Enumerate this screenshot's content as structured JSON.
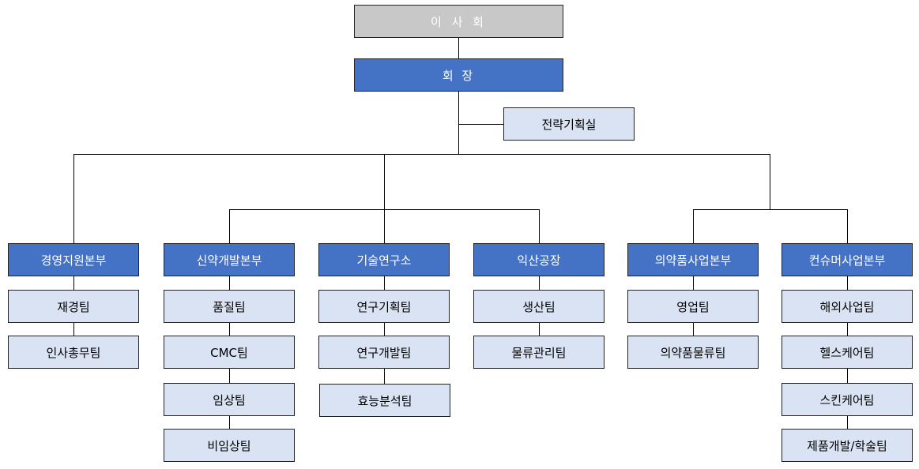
{
  "board": "이 사 회",
  "chairman": "회 장",
  "strategy_office": "전략기획실",
  "divisions": [
    {
      "name": "경영지원본부",
      "teams": [
        "재경팀",
        "인사총무팀"
      ]
    },
    {
      "name": "신약개발본부",
      "teams": [
        "품질팀",
        "CMC팀",
        "임상팀",
        "비임상팀"
      ]
    },
    {
      "name": "기술연구소",
      "teams": [
        "연구기획팀",
        "연구개발팀",
        "효능분석팀"
      ]
    },
    {
      "name": "익산공장",
      "teams": [
        "생산팀",
        "물류관리팀"
      ]
    },
    {
      "name": "의약품사업본부",
      "teams": [
        "영업팀",
        "의약품물류팀"
      ]
    },
    {
      "name": "컨슈머사업본부",
      "teams": [
        "해외사업팀",
        "헬스케어팀",
        "스킨케어팀",
        "제품개발/학술팀"
      ]
    }
  ],
  "colors": {
    "board_fill": "#c8c8c8",
    "division_fill": "#4472c4",
    "team_fill": "#dae3f3",
    "line": "#000000"
  }
}
